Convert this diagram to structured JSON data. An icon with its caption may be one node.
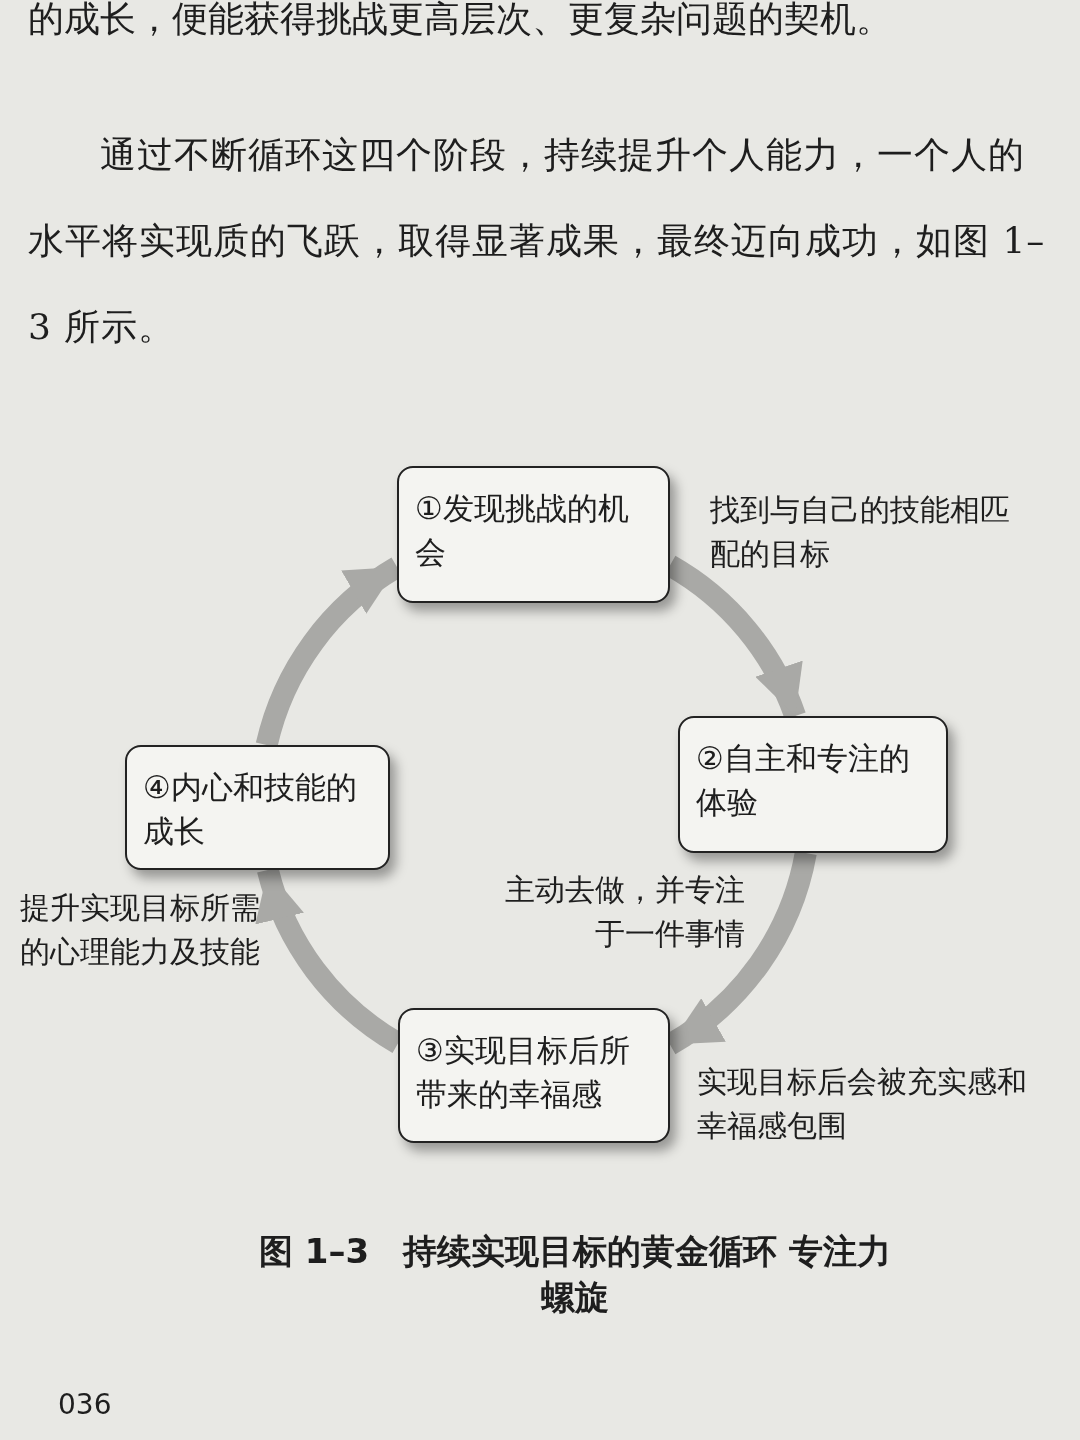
{
  "diagram": {
    "caption": "图 1–3　持续实现目标的黄金循环 专注力螺旋",
    "nodes": [
      {
        "text": [
          "①发现挑战的机会"
        ],
        "beside": [
          "找到与自己的技能相匹配的目标"
        ]
      },
      {
        "text": [
          "②自主和专注的体验"
        ],
        "beside": [
          "主动去做，并专注于一件事情"
        ]
      },
      {
        "text": [
          "③实现目标后所带来的幸福感"
        ],
        "beside": [
          "实现目标后会被充实感和幸福感包围"
        ]
      },
      {
        "text": [
          "④内心和技能的成长"
        ],
        "beside": [
          "提升实现目标所需的心理能力及技能"
        ]
      }
    ],
    "edges": [
      {
        "from": 0,
        "to": 1,
        "arrow": "to"
      },
      {
        "from": 1,
        "to": 2,
        "arrow": "to"
      },
      {
        "from": 2,
        "to": 3,
        "arrow": "to"
      },
      {
        "from": 3,
        "to": 0,
        "arrow": "to"
      }
    ],
    "labels": [
      "的成长，便能获得挑战更高层次、更复杂问题的契机。",
      "通过不断循环这四个阶段，持续提升个人能力，一个人的水平将实现质的飞跃，取得显著成果，最终迈向成功，如图 1–3 所示。",
      "036"
    ]
  }
}
